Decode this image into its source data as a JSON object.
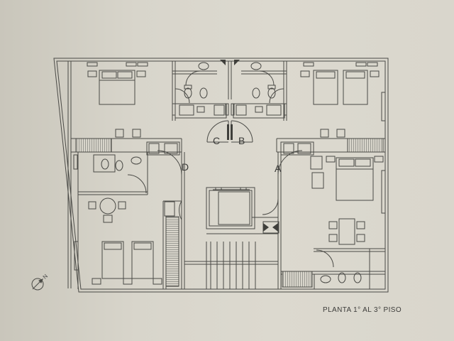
{
  "plan": {
    "caption": "PLANTA 1° AL 3° PISO",
    "north_letter": "N",
    "units": [
      {
        "id": "A",
        "label": "A"
      },
      {
        "id": "B",
        "label": "B"
      },
      {
        "id": "C",
        "label": "C"
      },
      {
        "id": "D",
        "label": "D"
      }
    ]
  },
  "colors": {
    "background": "#d8d5cb",
    "line": "#4a4a46",
    "hatch": "#6b6b66"
  },
  "icons": {
    "compass": "north-compass-icon"
  }
}
